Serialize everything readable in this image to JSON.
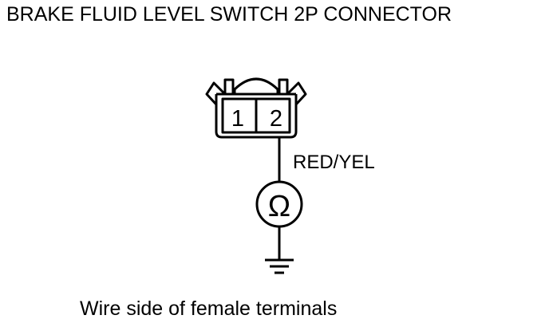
{
  "title": "BRAKE FLUID LEVEL SWITCH 2P CONNECTOR",
  "connector": {
    "terminals": [
      "1",
      "2"
    ]
  },
  "wire_color_label": "RED/YEL",
  "meter_symbol": "Ω",
  "icons": {
    "meter": "ohmmeter-icon",
    "ground": "ground-icon"
  },
  "caption": "Wire side of female terminals"
}
